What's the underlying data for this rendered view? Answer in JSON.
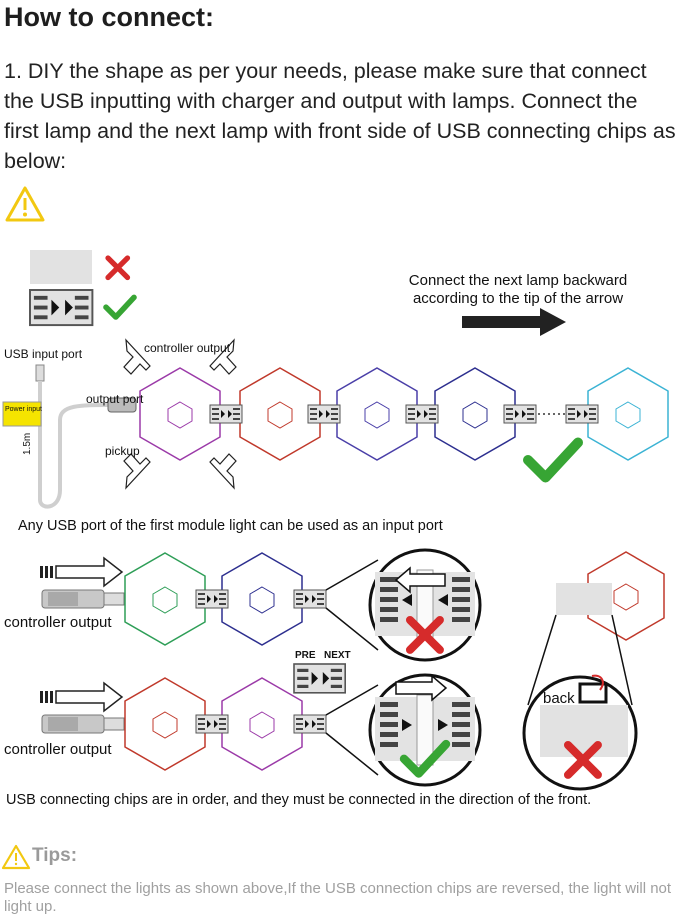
{
  "title": "How to connect:",
  "intro": "1. DIY the shape as per your needs, please make sure that connect the USB inputting with charger and output with lamps. Connect the first lamp and the next lamp with front side of USB connecting chips as below:",
  "diagram1": {
    "arrow_note": "Connect the next lamp backward according to the tip of the arrow",
    "usb_input_port": "USB input port",
    "controller_output": "controller output",
    "output_port": "output port",
    "pickup": "pickup",
    "power_input": "Power input",
    "cable_length": "1.5m"
  },
  "any_port_note": "Any USB port of the first module light can be used as an input port",
  "diagram2": {
    "controller_output_1": "controller output",
    "controller_output_2": "controller output",
    "pre": "PRE",
    "next": "NEXT",
    "back": "back"
  },
  "order_note": "USB connecting chips are in order, and they must be connected in the direction of the front.",
  "tips": {
    "title": "Tips:",
    "text": "Please connect the lights as shown above,If the USB connection chips are reversed, the light will not light up."
  },
  "colors": {
    "hex_purple": "#9b3aa8",
    "hex_red": "#c0392b",
    "hex_blue": "#2d2f8f",
    "hex_cyan": "#3bb3d4",
    "hex_green": "#2e9e57",
    "check_green": "#37a534",
    "cross_red": "#d62b2b",
    "warn_yellow": "#f2c811"
  }
}
